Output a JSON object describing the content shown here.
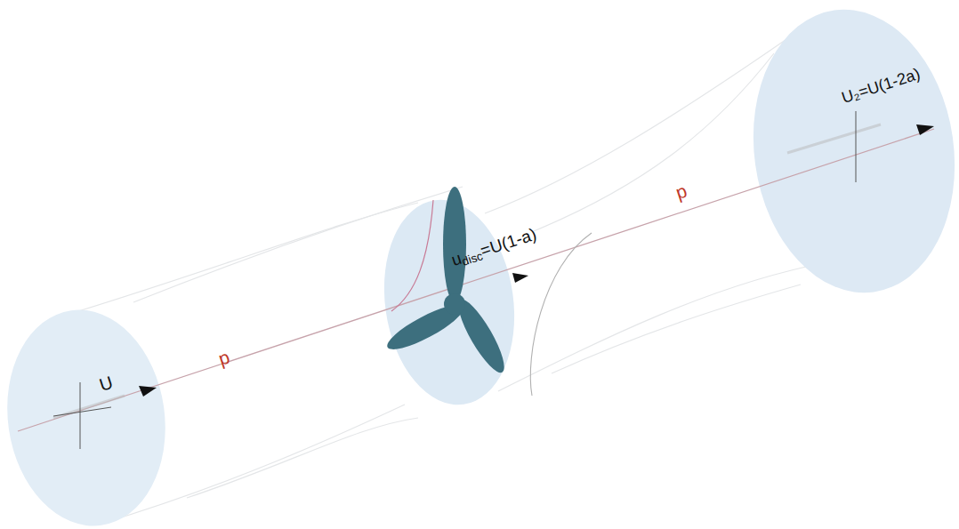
{
  "diagram": {
    "labels": [
      "U",
      "p",
      "u",
      "disc",
      "=U(1-a)",
      "p",
      "U₂=U(1-2a)"
    ]
  }
}
